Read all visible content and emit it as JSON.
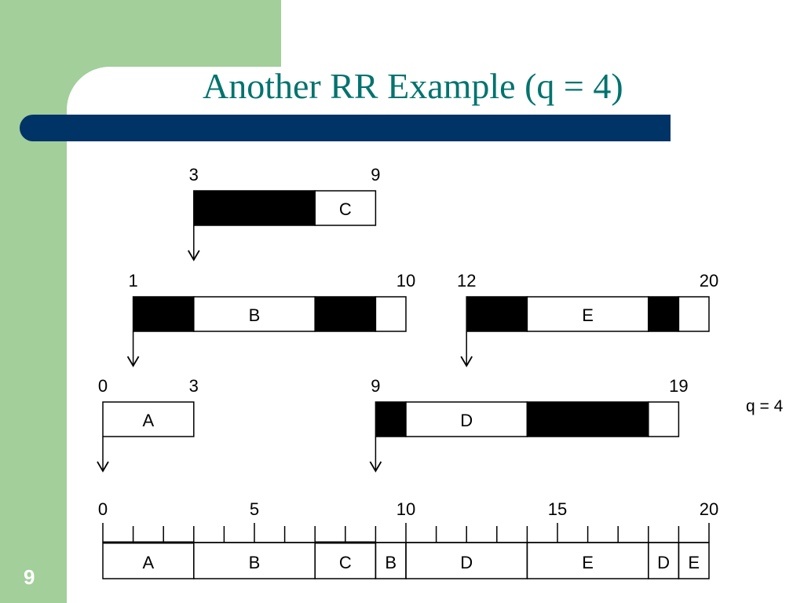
{
  "slide": {
    "title": "Another RR Example (q = 4)",
    "number": "9",
    "colors": {
      "background_green": "#a2cf9a",
      "bar_navy": "#003366",
      "title_teal": "#00736e"
    }
  },
  "quantum_label": "q = 4",
  "processes": [
    {
      "name": "A",
      "arrival": 0,
      "finish": 3,
      "segments": [
        {
          "start": 0,
          "end": 3,
          "fill": "white",
          "label": "A"
        }
      ]
    },
    {
      "name": "B",
      "arrival": 1,
      "finish": 10,
      "segments": [
        {
          "start": 1,
          "end": 3,
          "fill": "black"
        },
        {
          "start": 3,
          "end": 7,
          "fill": "white",
          "label": "B"
        },
        {
          "start": 7,
          "end": 9,
          "fill": "black"
        },
        {
          "start": 9,
          "end": 10,
          "fill": "white"
        }
      ]
    },
    {
      "name": "C",
      "arrival": 3,
      "finish": 9,
      "segments": [
        {
          "start": 3,
          "end": 7,
          "fill": "black"
        },
        {
          "start": 7,
          "end": 9,
          "fill": "white",
          "label": "C"
        }
      ]
    },
    {
      "name": "D",
      "arrival": 9,
      "finish": 19,
      "segments": [
        {
          "start": 9,
          "end": 10,
          "fill": "black"
        },
        {
          "start": 10,
          "end": 14,
          "fill": "white",
          "label": "D"
        },
        {
          "start": 14,
          "end": 18,
          "fill": "black"
        },
        {
          "start": 18,
          "end": 19,
          "fill": "white"
        }
      ]
    },
    {
      "name": "E",
      "arrival": 12,
      "finish": 20,
      "segments": [
        {
          "start": 12,
          "end": 14,
          "fill": "black"
        },
        {
          "start": 14,
          "end": 18,
          "fill": "white",
          "label": "E"
        },
        {
          "start": 18,
          "end": 19,
          "fill": "black"
        },
        {
          "start": 19,
          "end": 20,
          "fill": "white"
        }
      ]
    }
  ],
  "timeline": {
    "start": 0,
    "end": 20,
    "major_labels": [
      "0",
      "5",
      "10",
      "15",
      "20"
    ],
    "slices": [
      {
        "label": "A",
        "start": 0,
        "end": 3
      },
      {
        "label": "B",
        "start": 3,
        "end": 7
      },
      {
        "label": "C",
        "start": 7,
        "end": 9
      },
      {
        "label": "B",
        "start": 9,
        "end": 10
      },
      {
        "label": "D",
        "start": 10,
        "end": 14
      },
      {
        "label": "E",
        "start": 14,
        "end": 18
      },
      {
        "label": "D",
        "start": 18,
        "end": 19
      },
      {
        "label": "E",
        "start": 19,
        "end": 20
      }
    ]
  }
}
